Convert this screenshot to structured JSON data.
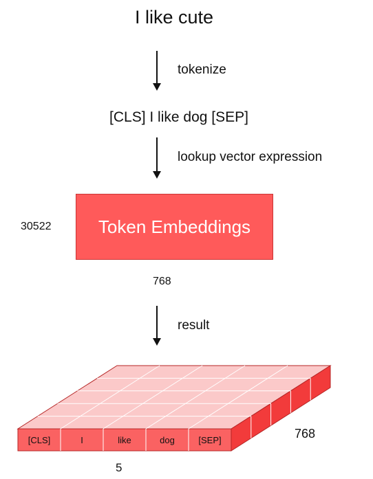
{
  "input_sentence": "I like cute",
  "steps": [
    {
      "label": "tokenize"
    },
    {
      "label": "lookup vector expression"
    },
    {
      "label": "result"
    }
  ],
  "token_sequence": "[CLS] I like dog [SEP]",
  "embedding_table": {
    "label": "Token Embeddings",
    "vocab_size": "30522",
    "dim": "768"
  },
  "output_tensor": {
    "tokens": [
      "[CLS]",
      "I",
      "like",
      "dog",
      "[SEP]"
    ],
    "seq_len": "5",
    "dim": "768"
  },
  "colors": {
    "box_fill": "#ff5a5a",
    "tensor_top": "#fbc9c9",
    "tensor_front": "#fa6262",
    "tensor_side": "#f23b3b",
    "grid_line": "#ffffff",
    "outline": "#b52626"
  }
}
